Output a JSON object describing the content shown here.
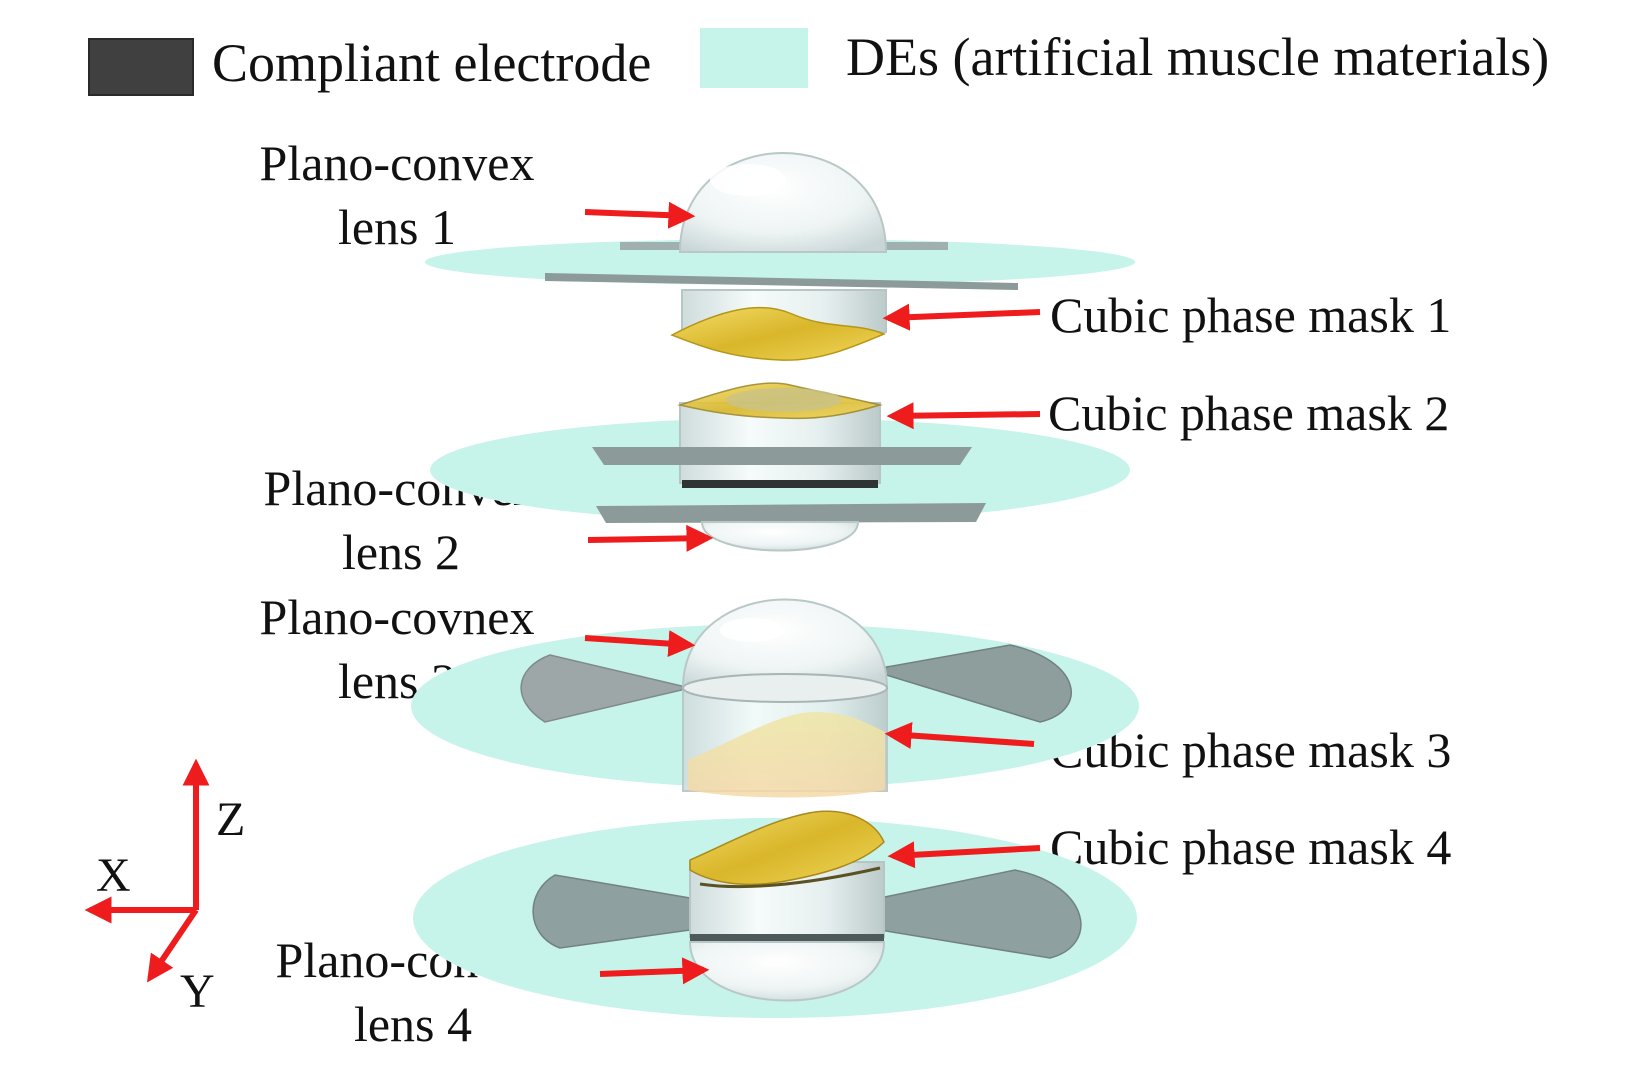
{
  "legend": {
    "electrode": {
      "label": "Compliant electrode",
      "color": "#404040"
    },
    "de": {
      "label": "DEs (artificial muscle materials)",
      "color": "#c6f3ea"
    }
  },
  "colors": {
    "arrow": "#ee1c1c",
    "de_film": "#c6f3ea",
    "electrode_film": "#8c9a99",
    "mask": "#e3c62f",
    "lens_glass": "#e8f2f2"
  },
  "lenses": [
    {
      "line1": "Plano-convex",
      "line2": "lens 1"
    },
    {
      "line1": "Plano-convex",
      "line2": "lens 2"
    },
    {
      "line1": "Plano-covnex",
      "line2": "lens 3"
    },
    {
      "line1": "Plano-convex",
      "line2": "lens 4"
    }
  ],
  "masks": [
    {
      "label": "Cubic phase mask 1"
    },
    {
      "label": "Cubic phase mask 2"
    },
    {
      "label": "Cubic phase mask 3"
    },
    {
      "label": "Cubic phase mask 4"
    }
  ],
  "axes": {
    "z": "Z",
    "x": "X",
    "y": "Y"
  }
}
